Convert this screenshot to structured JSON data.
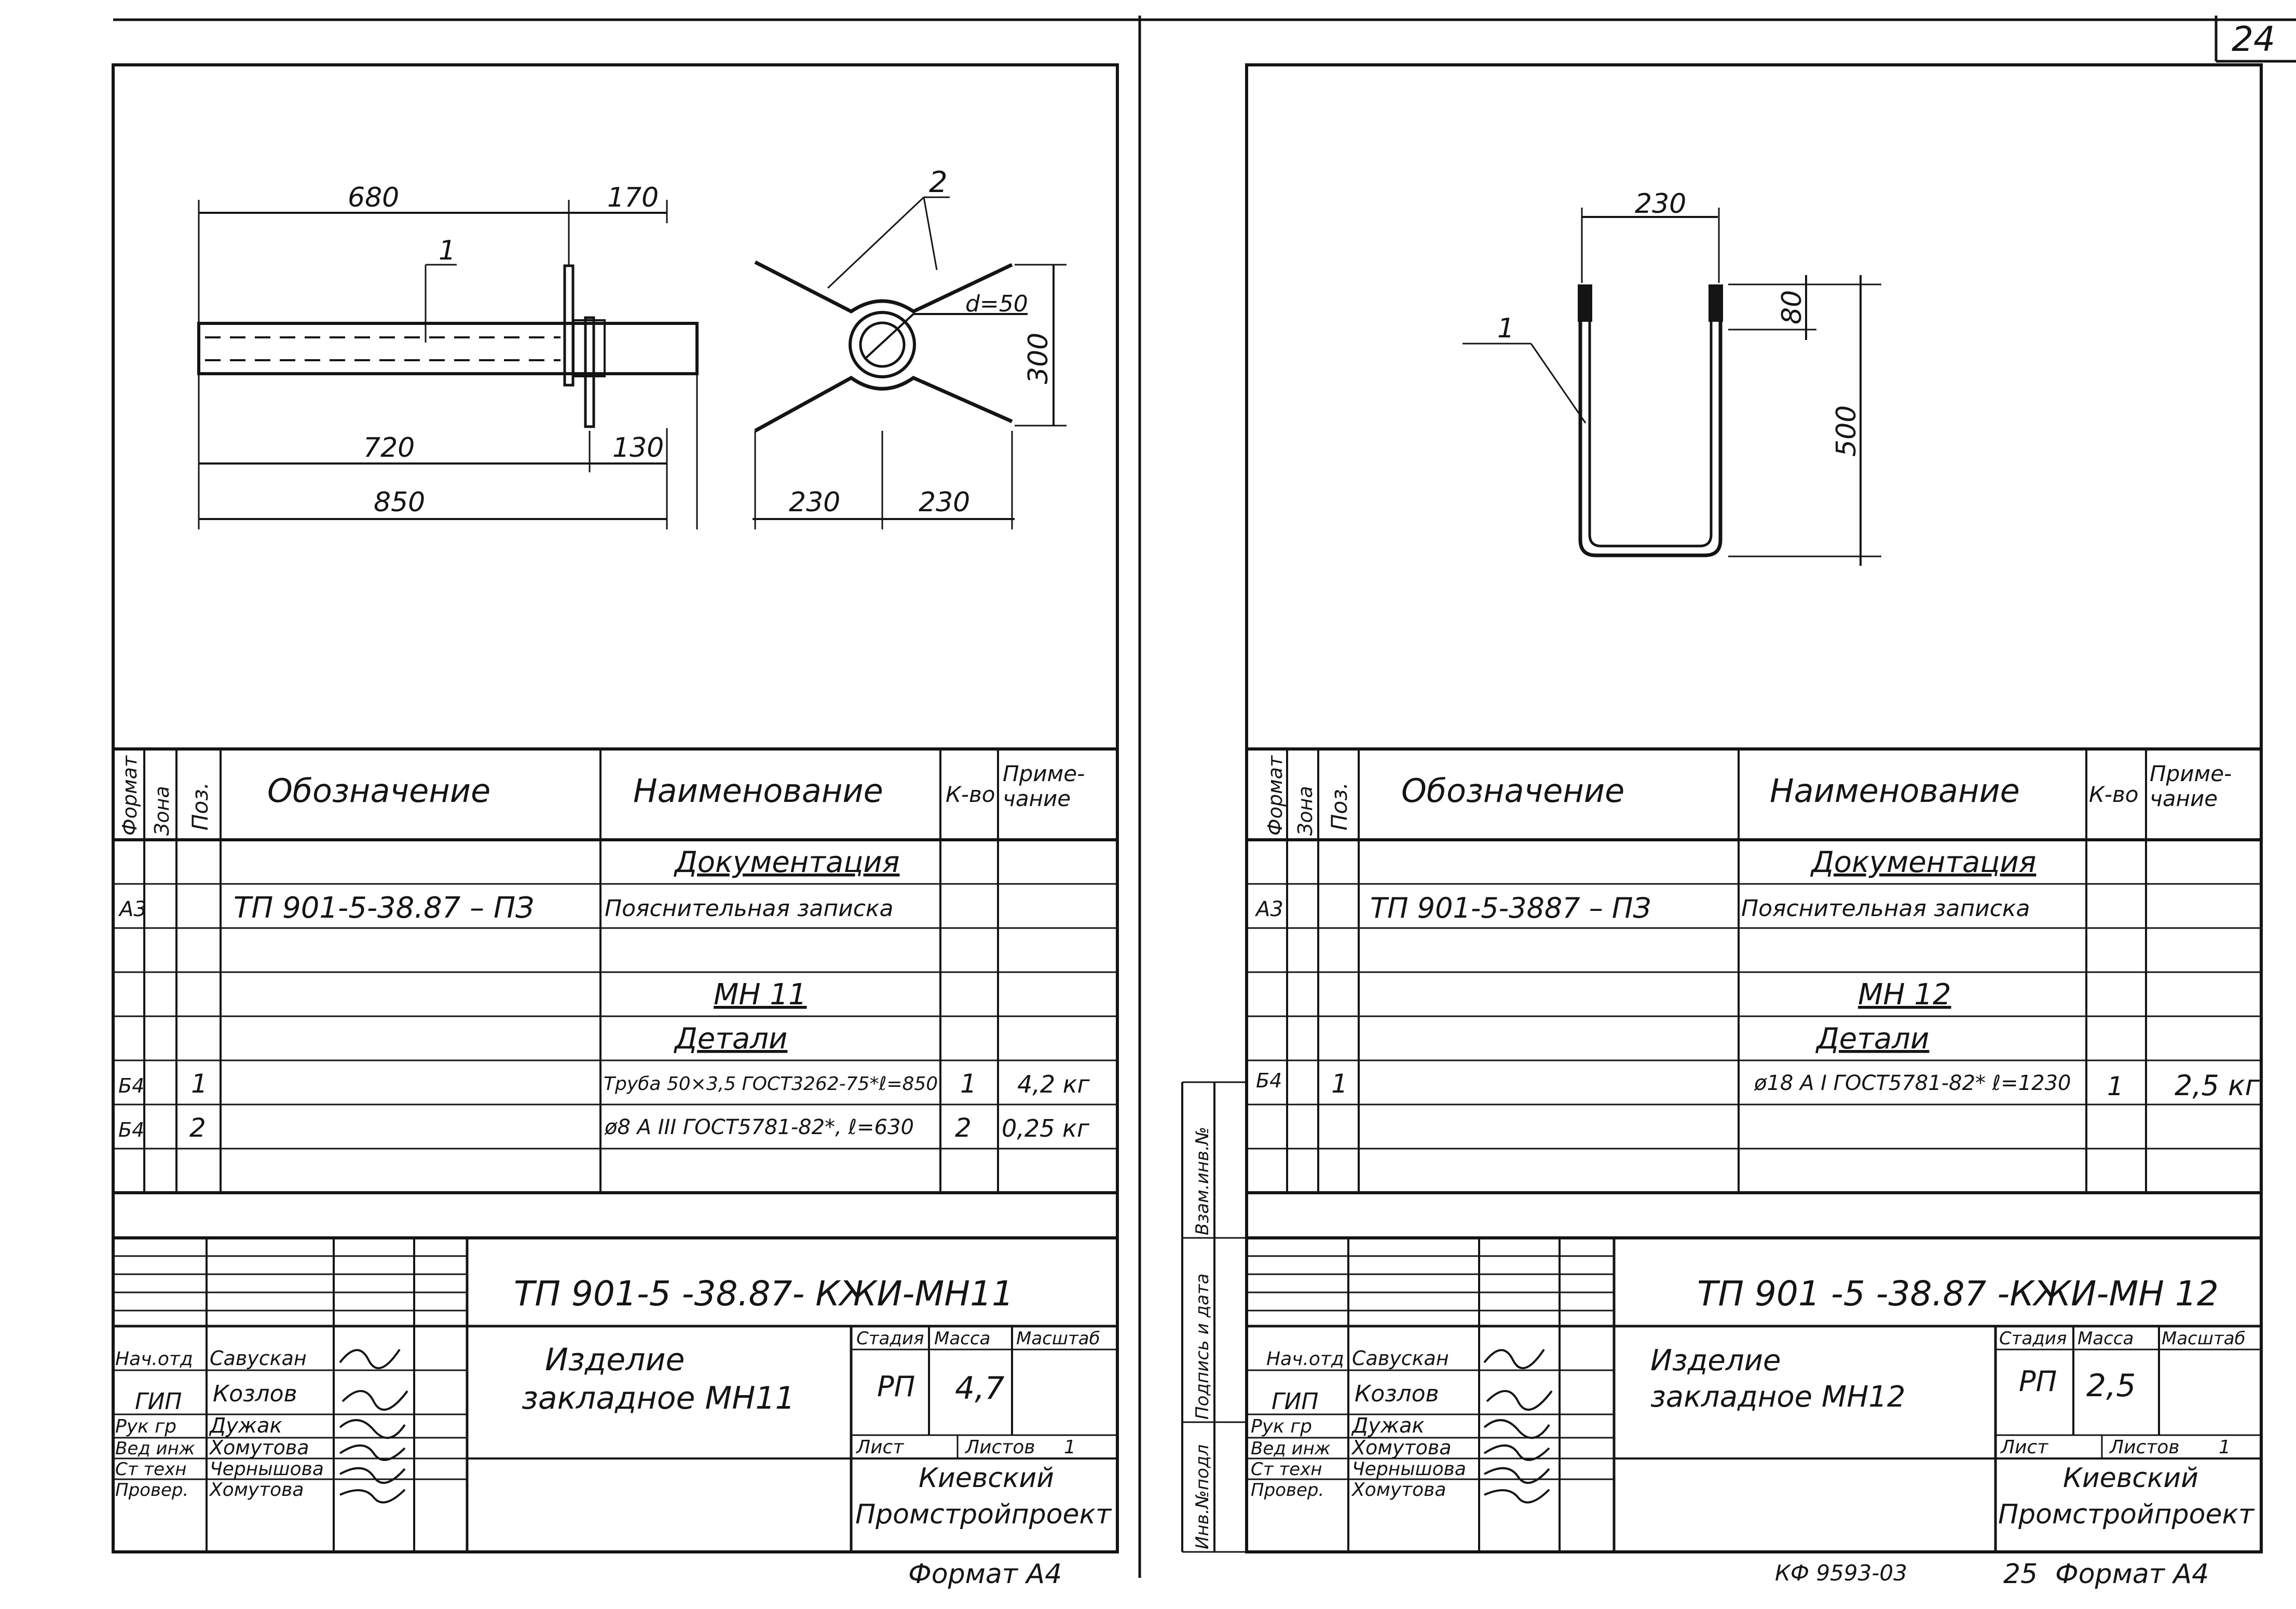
{
  "page_number": "24",
  "left": {
    "drawing": {
      "dims": {
        "d680": "680",
        "d170": "170",
        "d720": "720",
        "d130": "130",
        "d850": "850",
        "d230a": "230",
        "d230b": "230",
        "d300": "300",
        "d_pipe": "d=50"
      },
      "callout_1": "1",
      "callout_2": "2"
    },
    "spec": {
      "headers": {
        "format": "Формат",
        "zone": "Зона",
        "pos": "Поз.",
        "designation": "Обозначение",
        "name": "Наименование",
        "qty": "К-во",
        "note": "Приме-\nчание"
      },
      "rows": [
        {
          "format": "",
          "zone": "",
          "pos": "",
          "designation": "",
          "name": "Документация",
          "qty": "",
          "note": ""
        },
        {
          "format": "А3",
          "zone": "",
          "pos": "",
          "designation": "ТП 901-5-38.87 – ПЗ",
          "name": "Пояснительная записка",
          "qty": "",
          "note": ""
        },
        {
          "format": "",
          "zone": "",
          "pos": "",
          "designation": "",
          "name": "",
          "qty": "",
          "note": ""
        },
        {
          "format": "",
          "zone": "",
          "pos": "",
          "designation": "",
          "name": "МН 11",
          "qty": "",
          "note": ""
        },
        {
          "format": "",
          "zone": "",
          "pos": "",
          "designation": "",
          "name": "Детали",
          "qty": "",
          "note": ""
        },
        {
          "format": "Б4",
          "zone": "",
          "pos": "1",
          "designation": "",
          "name": "Труба 50×3,5 ГОСТ3262-75*ℓ=850",
          "qty": "1",
          "note": "4,2 кг"
        },
        {
          "format": "Б4",
          "zone": "",
          "pos": "2",
          "designation": "",
          "name": "ø8 А III ГОСТ5781-82*, ℓ=630",
          "qty": "2",
          "note": "0,25 кг"
        }
      ]
    },
    "title_block": {
      "doc_code": "ТП 901-5 -38.87- КЖИ-МН11",
      "product_title": "Изделие\nзакладное МН11",
      "col_stage": "Стадия",
      "col_mass": "Масса",
      "col_scale": "Масштаб",
      "stage": "РП",
      "mass": "4,7",
      "scale": "",
      "sheet_label": "Лист",
      "sheets_label": "Листов",
      "sheets_count": "1",
      "org_line1": "Киевский",
      "org_line2": "Промстройпроект",
      "staff": [
        {
          "role": "Нач.отд",
          "name": "Савускан"
        },
        {
          "role": "ГИП",
          "name": "Козлов"
        },
        {
          "role": "Рук гр",
          "name": "Дужак"
        },
        {
          "role": "Вед инж",
          "name": "Хомутова"
        },
        {
          "role": "Ст техн",
          "name": "Чернышова"
        },
        {
          "role": "Провер.",
          "name": "Хомутова"
        }
      ]
    },
    "format_label": "Формат А4"
  },
  "right": {
    "drawing": {
      "dims": {
        "d230": "230",
        "d80": "80",
        "d500": "500"
      },
      "callout_1": "1"
    },
    "spec": {
      "headers": {
        "format": "Формат",
        "zone": "Зона",
        "pos": "Поз.",
        "designation": "Обозначение",
        "name": "Наименование",
        "qty": "К-во",
        "note": "Приме-\nчание"
      },
      "rows": [
        {
          "format": "",
          "zone": "",
          "pos": "",
          "designation": "",
          "name": "Документация",
          "qty": "",
          "note": ""
        },
        {
          "format": "А3",
          "zone": "",
          "pos": "",
          "designation": "ТП 901-5-3887 – ПЗ",
          "name": "Пояснительная записка",
          "qty": "",
          "note": ""
        },
        {
          "format": "",
          "zone": "",
          "pos": "",
          "designation": "",
          "name": "",
          "qty": "",
          "note": ""
        },
        {
          "format": "",
          "zone": "",
          "pos": "",
          "designation": "",
          "name": "МН 12",
          "qty": "",
          "note": ""
        },
        {
          "format": "",
          "zone": "",
          "pos": "",
          "designation": "",
          "name": "Детали",
          "qty": "",
          "note": ""
        },
        {
          "format": "Б4",
          "zone": "",
          "pos": "1",
          "designation": "",
          "name": "ø18 А I ГОСТ5781-82* ℓ=1230",
          "qty": "1",
          "note": "2,5 кг"
        },
        {
          "format": "",
          "zone": "",
          "pos": "",
          "designation": "",
          "name": "",
          "qty": "",
          "note": ""
        }
      ]
    },
    "title_block": {
      "doc_code": "ТП 901 -5 -38.87 -КЖИ-МН 12",
      "product_title": "Изделие\nзакладное МН12",
      "col_stage": "Стадия",
      "col_mass": "Масса",
      "col_scale": "Масштаб",
      "stage": "РП",
      "mass": "2,5",
      "scale": "",
      "sheet_label": "Лист",
      "sheets_label": "Листов",
      "sheets_count": "1",
      "org_line1": "Киевский",
      "org_line2": "Промстройпроект",
      "staff": [
        {
          "role": "Нач.отд",
          "name": "Савускан"
        },
        {
          "role": "ГИП",
          "name": "Козлов"
        },
        {
          "role": "Рук гр",
          "name": "Дужак"
        },
        {
          "role": "Вед инж",
          "name": "Хомутова"
        },
        {
          "role": "Ст техн",
          "name": "Чернышова"
        },
        {
          "role": "Провер.",
          "name": "Хомутова"
        }
      ]
    },
    "side_stamp": {
      "inv": "Взам.инв.№",
      "sign": "Подпись и дата",
      "orig": "Инв.№подл"
    },
    "bottom_code": "КФ 9593-03",
    "sheet_no": "25",
    "format_label": "Формат А4"
  }
}
